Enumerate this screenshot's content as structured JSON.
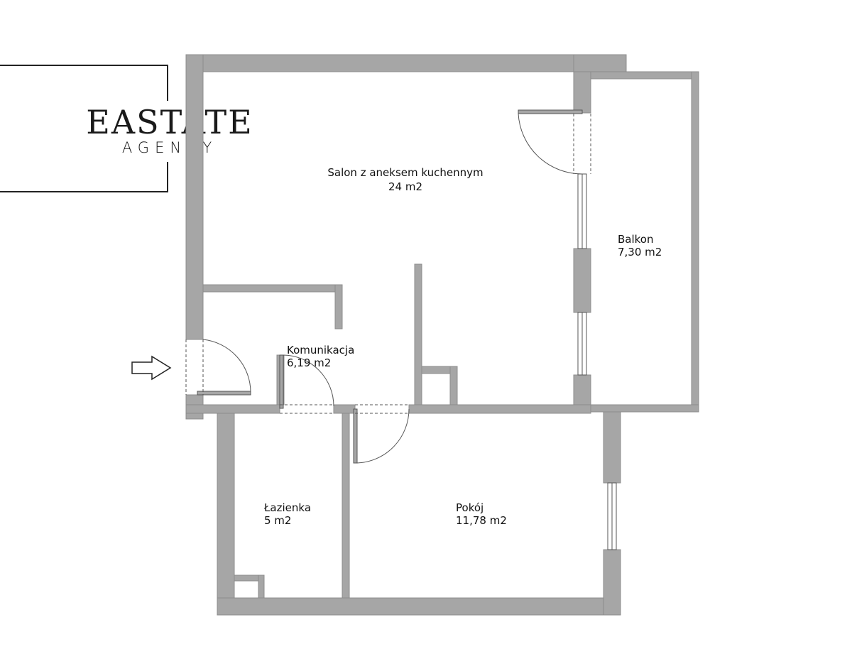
{
  "colors": {
    "wall": "#a6a6a6",
    "wall_outline": "#8c8c8c",
    "line": "#555555",
    "text": "#111111",
    "background": "#ffffff"
  },
  "logo": {
    "main": "EASTATE",
    "sub": "AGENCY"
  },
  "rooms": [
    {
      "id": "salon",
      "name": "Salon z aneksem kuchennym",
      "area": "24 m2"
    },
    {
      "id": "balkon",
      "name": "Balkon",
      "area": "7,30 m2"
    },
    {
      "id": "komunikacja",
      "name": "Komunikacja",
      "area": "6,19 m2"
    },
    {
      "id": "lazienka",
      "name": "Łazienka",
      "area": "5 m2"
    },
    {
      "id": "pokoj",
      "name": "Pokój",
      "area": "11,78 m2"
    }
  ],
  "icons": {
    "entrance": "entrance-arrow-icon",
    "logo": "logo-frame"
  }
}
